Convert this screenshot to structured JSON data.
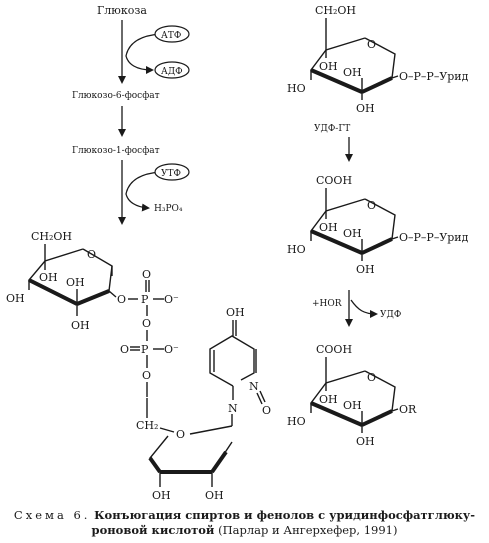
{
  "pathway": {
    "glucose": "Глюкоза",
    "atp": "АТФ",
    "adp": "АДФ",
    "g6p": "Глюкозо-6-фосфат",
    "g1p": "Глюкозо-1-фосфат",
    "utp": "УТФ",
    "h3po4": "H₃PO₄"
  },
  "atoms": {
    "ch2oh": "CH₂OH",
    "ch2oh_sub": "CH₂OH",
    "cooh": "COOH",
    "oh": "OH",
    "ho": "HO",
    "o": "O",
    "p": "P",
    "o_minus": "O⁻",
    "ch2": "CH₂",
    "n": "N",
    "r": "R",
    "hor": "+HOR"
  },
  "labels": {
    "uridine_chain": "O–P–P–Урид",
    "or_group": "OR",
    "udp_gt": "УДФ-ГТ",
    "udp": "УДФ"
  },
  "caption": {
    "label": "Схема 6.",
    "bold_text": "Конъюгация спиртов и фенолов с уридинфосфатглюку-",
    "bold_text_2": "роновой кислотой",
    "source": "(Парлар и Ангерхефер, 1991)"
  }
}
